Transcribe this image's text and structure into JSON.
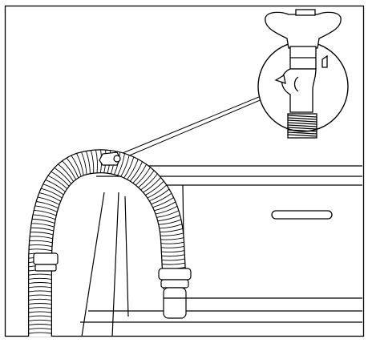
{
  "diagram": {
    "style": "monochrome line drawing",
    "line_color": "#000000",
    "background_color": "#ffffff",
    "subjects": [
      "faucet-with-threaded-spout",
      "magnifier-circle",
      "corrugated-drain-hose",
      "hose-guide-clip",
      "appliance-cabinet",
      "control-slot"
    ]
  }
}
